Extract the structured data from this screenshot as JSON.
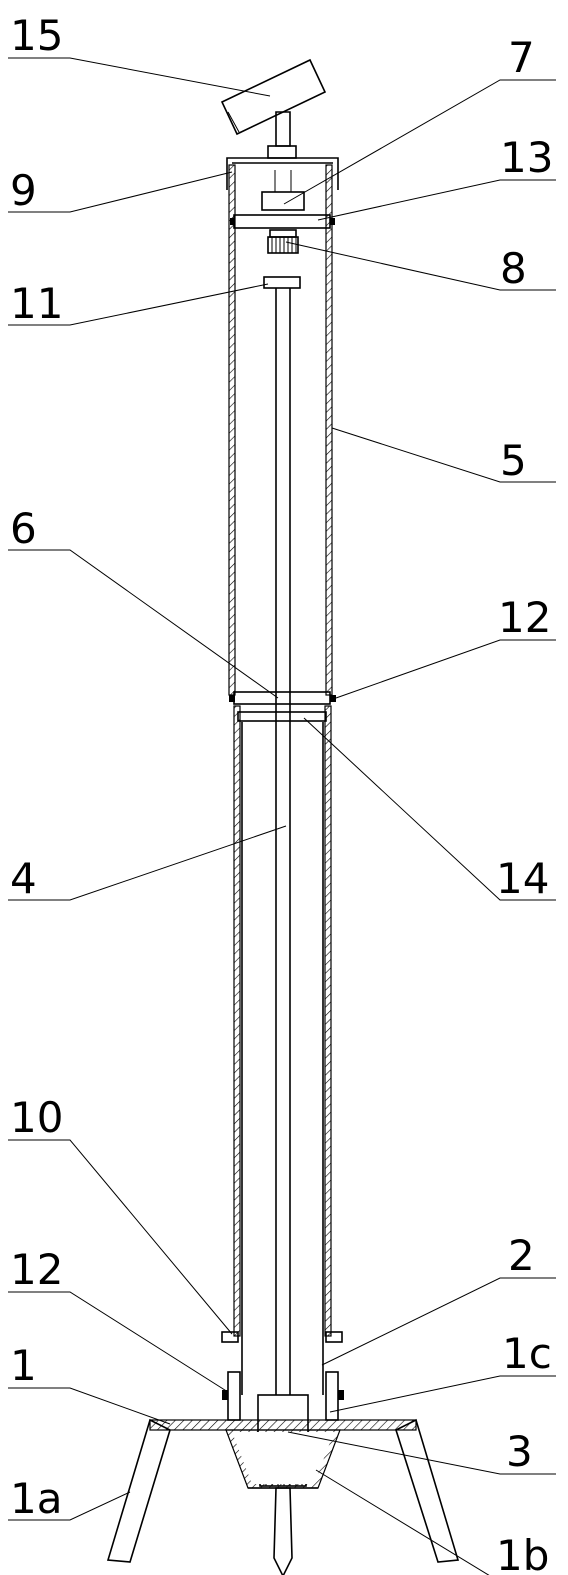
{
  "labels": {
    "l15": "15",
    "l7": "7",
    "l9": "9",
    "l13": "13",
    "l8": "8",
    "l11": "11",
    "l5": "5",
    "l6": "6",
    "l12_top": "12",
    "l4": "4",
    "l14": "14",
    "l10": "10",
    "l2": "2",
    "l12_bottom": "12",
    "l1c": "1c",
    "l1": "1",
    "l3": "3",
    "l1a": "1a",
    "l1b": "1b"
  }
}
